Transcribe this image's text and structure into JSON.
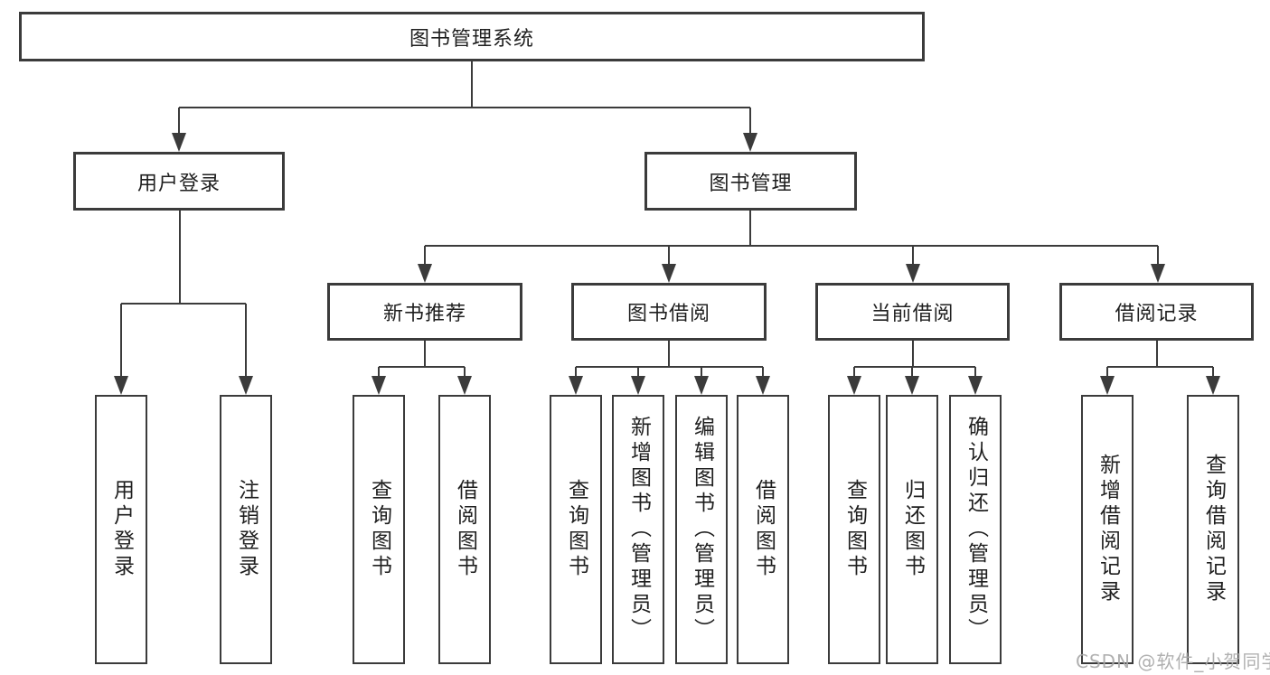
{
  "title": "图书管理系统",
  "tree": {
    "label": "图书管理系统",
    "children": [
      {
        "label": "用户登录",
        "children": [
          {
            "label": "用户登录"
          },
          {
            "label": "注销登录"
          }
        ]
      },
      {
        "label": "图书管理",
        "children": [
          {
            "label": "新书推荐",
            "children": [
              {
                "label": "查询图书"
              },
              {
                "label": "借阅图书"
              }
            ]
          },
          {
            "label": "图书借阅",
            "children": [
              {
                "label": "查询图书"
              },
              {
                "label": "新增图书（管理员）"
              },
              {
                "label": "编辑图书（管理员）"
              },
              {
                "label": "借阅图书"
              }
            ]
          },
          {
            "label": "当前借阅",
            "children": [
              {
                "label": "查询图书"
              },
              {
                "label": "归还图书"
              },
              {
                "label": "确认归还（管理员）"
              }
            ]
          },
          {
            "label": "借阅记录",
            "children": [
              {
                "label": "新增借阅记录"
              },
              {
                "label": "查询借阅记录"
              }
            ]
          }
        ]
      }
    ]
  },
  "watermark": {
    "text": "CSDN @软件_小贺同学"
  },
  "colors": {
    "line": "#3b3b3b",
    "text": "#1f1f1f",
    "watermark": "#a8a8a8",
    "background": "#ffffff"
  }
}
